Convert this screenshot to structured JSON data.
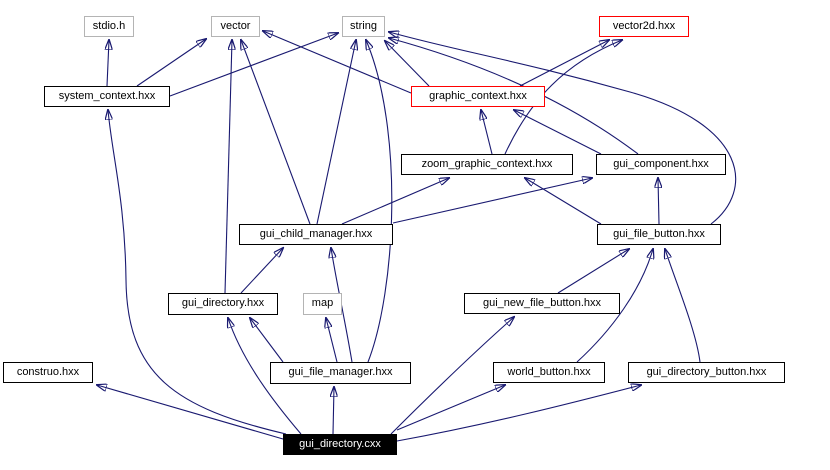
{
  "diagram": {
    "type": "include-dependency-graph",
    "root_file": "gui_directory.cxx",
    "colors": {
      "edge": "#191970",
      "file_border": "#000000",
      "system_border": "#b4b4b4",
      "truncated_border": "#ff0000",
      "root_background": "#000000",
      "root_text": "#ffffff",
      "background": "#ffffff"
    },
    "nodes": [
      {
        "id": "stdio_h",
        "label": "stdio.h",
        "kind": "system"
      },
      {
        "id": "vector",
        "label": "vector",
        "kind": "system"
      },
      {
        "id": "string",
        "label": "string",
        "kind": "system"
      },
      {
        "id": "vector2d_hxx",
        "label": "vector2d.hxx",
        "kind": "truncated"
      },
      {
        "id": "system_context_hxx",
        "label": "system_context.hxx",
        "kind": "file"
      },
      {
        "id": "graphic_context_hxx",
        "label": "graphic_context.hxx",
        "kind": "truncated"
      },
      {
        "id": "zoom_graphic_context_hxx",
        "label": "zoom_graphic_context.hxx",
        "kind": "file"
      },
      {
        "id": "gui_component_hxx",
        "label": "gui_component.hxx",
        "kind": "file"
      },
      {
        "id": "gui_child_manager_hxx",
        "label": "gui_child_manager.hxx",
        "kind": "file"
      },
      {
        "id": "gui_file_button_hxx",
        "label": "gui_file_button.hxx",
        "kind": "file"
      },
      {
        "id": "gui_directory_hxx",
        "label": "gui_directory.hxx",
        "kind": "file"
      },
      {
        "id": "map",
        "label": "map",
        "kind": "system"
      },
      {
        "id": "gui_new_file_button_hxx",
        "label": "gui_new_file_button.hxx",
        "kind": "file"
      },
      {
        "id": "construo_hxx",
        "label": "construo.hxx",
        "kind": "file"
      },
      {
        "id": "gui_file_manager_hxx",
        "label": "gui_file_manager.hxx",
        "kind": "file"
      },
      {
        "id": "world_button_hxx",
        "label": "world_button.hxx",
        "kind": "file"
      },
      {
        "id": "gui_directory_button_hxx",
        "label": "gui_directory_button.hxx",
        "kind": "file"
      },
      {
        "id": "gui_directory_cxx",
        "label": "gui_directory.cxx",
        "kind": "root"
      }
    ],
    "edges": [
      {
        "from": "system_context_hxx",
        "to": "stdio_h"
      },
      {
        "from": "system_context_hxx",
        "to": "vector"
      },
      {
        "from": "system_context_hxx",
        "to": "string"
      },
      {
        "from": "graphic_context_hxx",
        "to": "vector"
      },
      {
        "from": "graphic_context_hxx",
        "to": "string"
      },
      {
        "from": "graphic_context_hxx",
        "to": "vector2d_hxx"
      },
      {
        "from": "zoom_graphic_context_hxx",
        "to": "graphic_context_hxx"
      },
      {
        "from": "zoom_graphic_context_hxx",
        "to": "vector2d_hxx"
      },
      {
        "from": "gui_component_hxx",
        "to": "graphic_context_hxx"
      },
      {
        "from": "gui_component_hxx",
        "to": "string"
      },
      {
        "from": "gui_child_manager_hxx",
        "to": "vector"
      },
      {
        "from": "gui_child_manager_hxx",
        "to": "string"
      },
      {
        "from": "gui_child_manager_hxx",
        "to": "zoom_graphic_context_hxx"
      },
      {
        "from": "gui_child_manager_hxx",
        "to": "gui_component_hxx"
      },
      {
        "from": "gui_file_button_hxx",
        "to": "zoom_graphic_context_hxx"
      },
      {
        "from": "gui_file_button_hxx",
        "to": "gui_component_hxx"
      },
      {
        "from": "gui_file_button_hxx",
        "to": "string"
      },
      {
        "from": "gui_directory_hxx",
        "to": "vector"
      },
      {
        "from": "gui_directory_hxx",
        "to": "gui_child_manager_hxx"
      },
      {
        "from": "gui_file_manager_hxx",
        "to": "string"
      },
      {
        "from": "gui_file_manager_hxx",
        "to": "map"
      },
      {
        "from": "gui_file_manager_hxx",
        "to": "gui_directory_hxx"
      },
      {
        "from": "gui_file_manager_hxx",
        "to": "gui_child_manager_hxx"
      },
      {
        "from": "gui_new_file_button_hxx",
        "to": "gui_file_button_hxx"
      },
      {
        "from": "world_button_hxx",
        "to": "gui_file_button_hxx"
      },
      {
        "from": "gui_directory_button_hxx",
        "to": "gui_file_button_hxx"
      },
      {
        "from": "gui_directory_cxx",
        "to": "construo_hxx"
      },
      {
        "from": "gui_directory_cxx",
        "to": "system_context_hxx"
      },
      {
        "from": "gui_directory_cxx",
        "to": "gui_directory_hxx"
      },
      {
        "from": "gui_directory_cxx",
        "to": "gui_file_manager_hxx"
      },
      {
        "from": "gui_directory_cxx",
        "to": "gui_new_file_button_hxx"
      },
      {
        "from": "gui_directory_cxx",
        "to": "world_button_hxx"
      },
      {
        "from": "gui_directory_cxx",
        "to": "gui_directory_button_hxx"
      }
    ]
  }
}
